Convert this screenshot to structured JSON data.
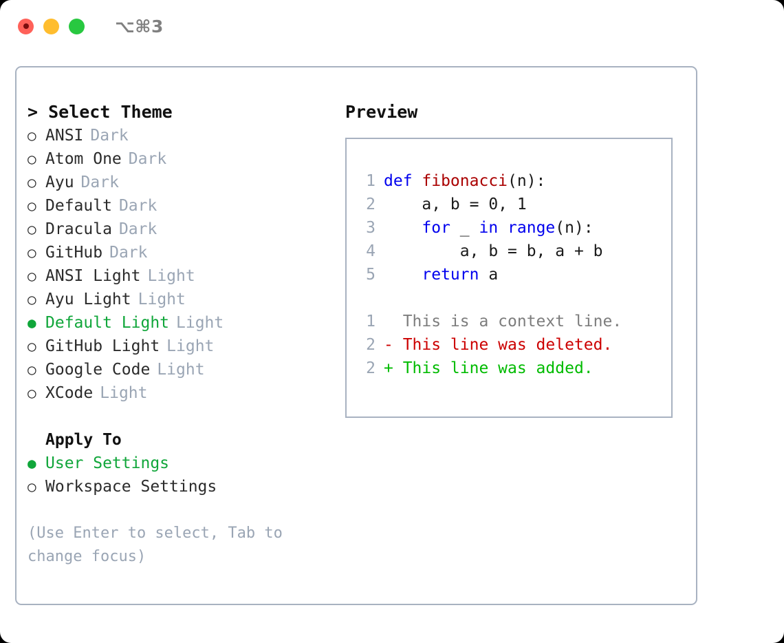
{
  "window": {
    "title": "⌥⌘3",
    "traffic_lights": [
      "close",
      "minimize",
      "maximize"
    ]
  },
  "colors": {
    "accent_green": "#10a63a",
    "muted": "#9aa5b4",
    "border": "#a8b2c1",
    "keyword_blue": "#0000ee",
    "function_red": "#aa0000",
    "diff_add": "#00bb00",
    "diff_del": "#cc0000",
    "diff_ctx": "#7d7d7d",
    "traffic_red": "#ff6159",
    "traffic_yellow": "#ffbd2e",
    "traffic_green": "#28c840"
  },
  "theme_picker": {
    "heading": "> Select Theme",
    "bullet_selected": "●",
    "bullet_unselected": "○",
    "items": [
      {
        "label": "ANSI",
        "tag": "Dark",
        "selected": false
      },
      {
        "label": "Atom One",
        "tag": "Dark",
        "selected": false
      },
      {
        "label": "Ayu",
        "tag": "Dark",
        "selected": false
      },
      {
        "label": "Default",
        "tag": "Dark",
        "selected": false
      },
      {
        "label": "Dracula",
        "tag": "Dark",
        "selected": false
      },
      {
        "label": "GitHub",
        "tag": "Dark",
        "selected": false
      },
      {
        "label": "ANSI Light",
        "tag": "Light",
        "selected": false
      },
      {
        "label": "Ayu Light",
        "tag": "Light",
        "selected": false
      },
      {
        "label": "Default Light",
        "tag": "Light",
        "selected": true
      },
      {
        "label": "GitHub Light",
        "tag": "Light",
        "selected": false
      },
      {
        "label": "Google Code",
        "tag": "Light",
        "selected": false
      },
      {
        "label": "XCode",
        "tag": "Light",
        "selected": false
      }
    ]
  },
  "apply_to": {
    "heading": "Apply To",
    "items": [
      {
        "label": "User Settings",
        "selected": true
      },
      {
        "label": "Workspace Settings",
        "selected": false
      }
    ]
  },
  "hint": "(Use Enter to select, Tab to change focus)",
  "preview": {
    "heading": "Preview",
    "code_lines": [
      {
        "no": "1",
        "segments": [
          {
            "t": "def ",
            "c": "kw"
          },
          {
            "t": "fibonacci",
            "c": "fn"
          },
          {
            "t": "(n):",
            "c": ""
          }
        ]
      },
      {
        "no": "2",
        "segments": [
          {
            "t": "    a, b = 0, 1",
            "c": ""
          }
        ]
      },
      {
        "no": "3",
        "segments": [
          {
            "t": "    ",
            "c": ""
          },
          {
            "t": "for",
            "c": "kw"
          },
          {
            "t": " _ ",
            "c": ""
          },
          {
            "t": "in",
            "c": "kw"
          },
          {
            "t": " ",
            "c": ""
          },
          {
            "t": "range",
            "c": "kw"
          },
          {
            "t": "(n):",
            "c": ""
          }
        ]
      },
      {
        "no": "4",
        "segments": [
          {
            "t": "        a, b = b, a + b",
            "c": ""
          }
        ]
      },
      {
        "no": "5",
        "segments": [
          {
            "t": "    ",
            "c": ""
          },
          {
            "t": "return",
            "c": "kw"
          },
          {
            "t": " a",
            "c": ""
          }
        ]
      }
    ],
    "diff_lines": [
      {
        "no": "1",
        "text": "  This is a context line.",
        "kind": "diff-ctx"
      },
      {
        "no": "2",
        "text": "- This line was deleted.",
        "kind": "diff-del"
      },
      {
        "no": "2",
        "text": "+ This line was added.",
        "kind": "diff-add"
      }
    ]
  }
}
